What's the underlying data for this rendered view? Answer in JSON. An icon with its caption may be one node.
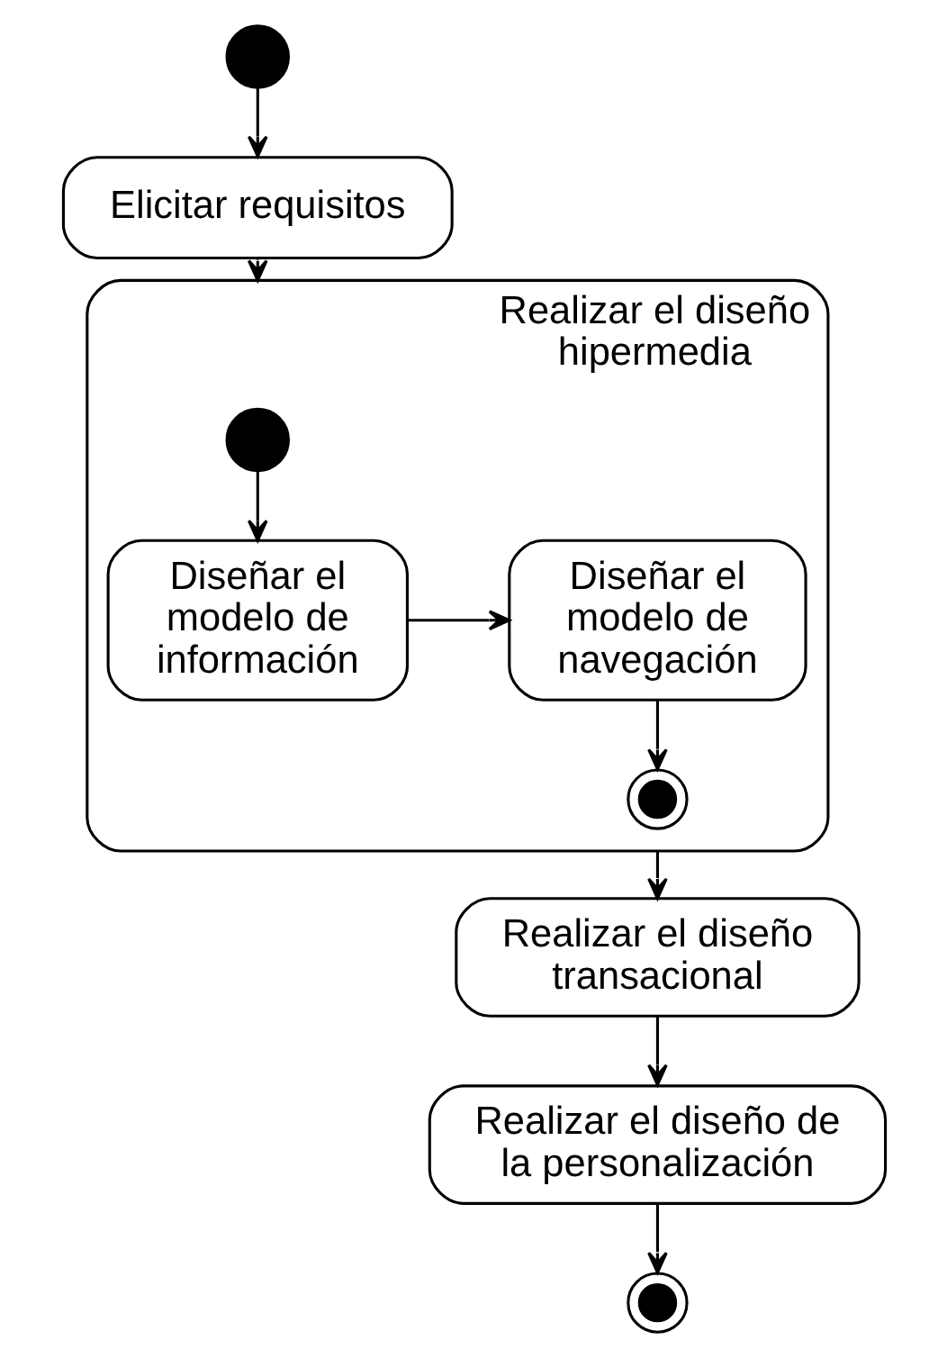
{
  "diagram": {
    "nodes": [
      {
        "text": [],
        "shape": "circle"
      },
      {
        "text": [
          "Elicitar requisitos"
        ]
      },
      {
        "text": [
          "Realizar el diseño hipermedia"
        ]
      },
      {
        "text": [],
        "shape": "circle",
        "in": 2
      },
      {
        "text": [
          "Diseñar el modelo de información"
        ],
        "in": 2
      },
      {
        "text": [
          "Diseñar el modelo de navegación"
        ],
        "in": 2
      },
      {
        "text": [],
        "shape": "bullseye",
        "in": 2
      },
      {
        "text": [
          "Realizar el diseño transacional"
        ]
      },
      {
        "text": [
          "Realizar el diseño de la personalización"
        ]
      },
      {
        "text": [],
        "shape": "bullseye"
      }
    ],
    "edges": [
      {
        "from": 0,
        "to": 1,
        "arrow": "to"
      },
      {
        "from": 1,
        "to": 2,
        "arrow": "to"
      },
      {
        "from": 3,
        "to": 4,
        "arrow": "to"
      },
      {
        "from": 4,
        "to": 5,
        "arrow": "to"
      },
      {
        "from": 5,
        "to": 6,
        "arrow": "to"
      },
      {
        "from": 2,
        "to": 7,
        "arrow": "to"
      },
      {
        "from": 7,
        "to": 8,
        "arrow": "to"
      },
      {
        "from": 8,
        "to": 9,
        "arrow": "to"
      }
    ]
  }
}
